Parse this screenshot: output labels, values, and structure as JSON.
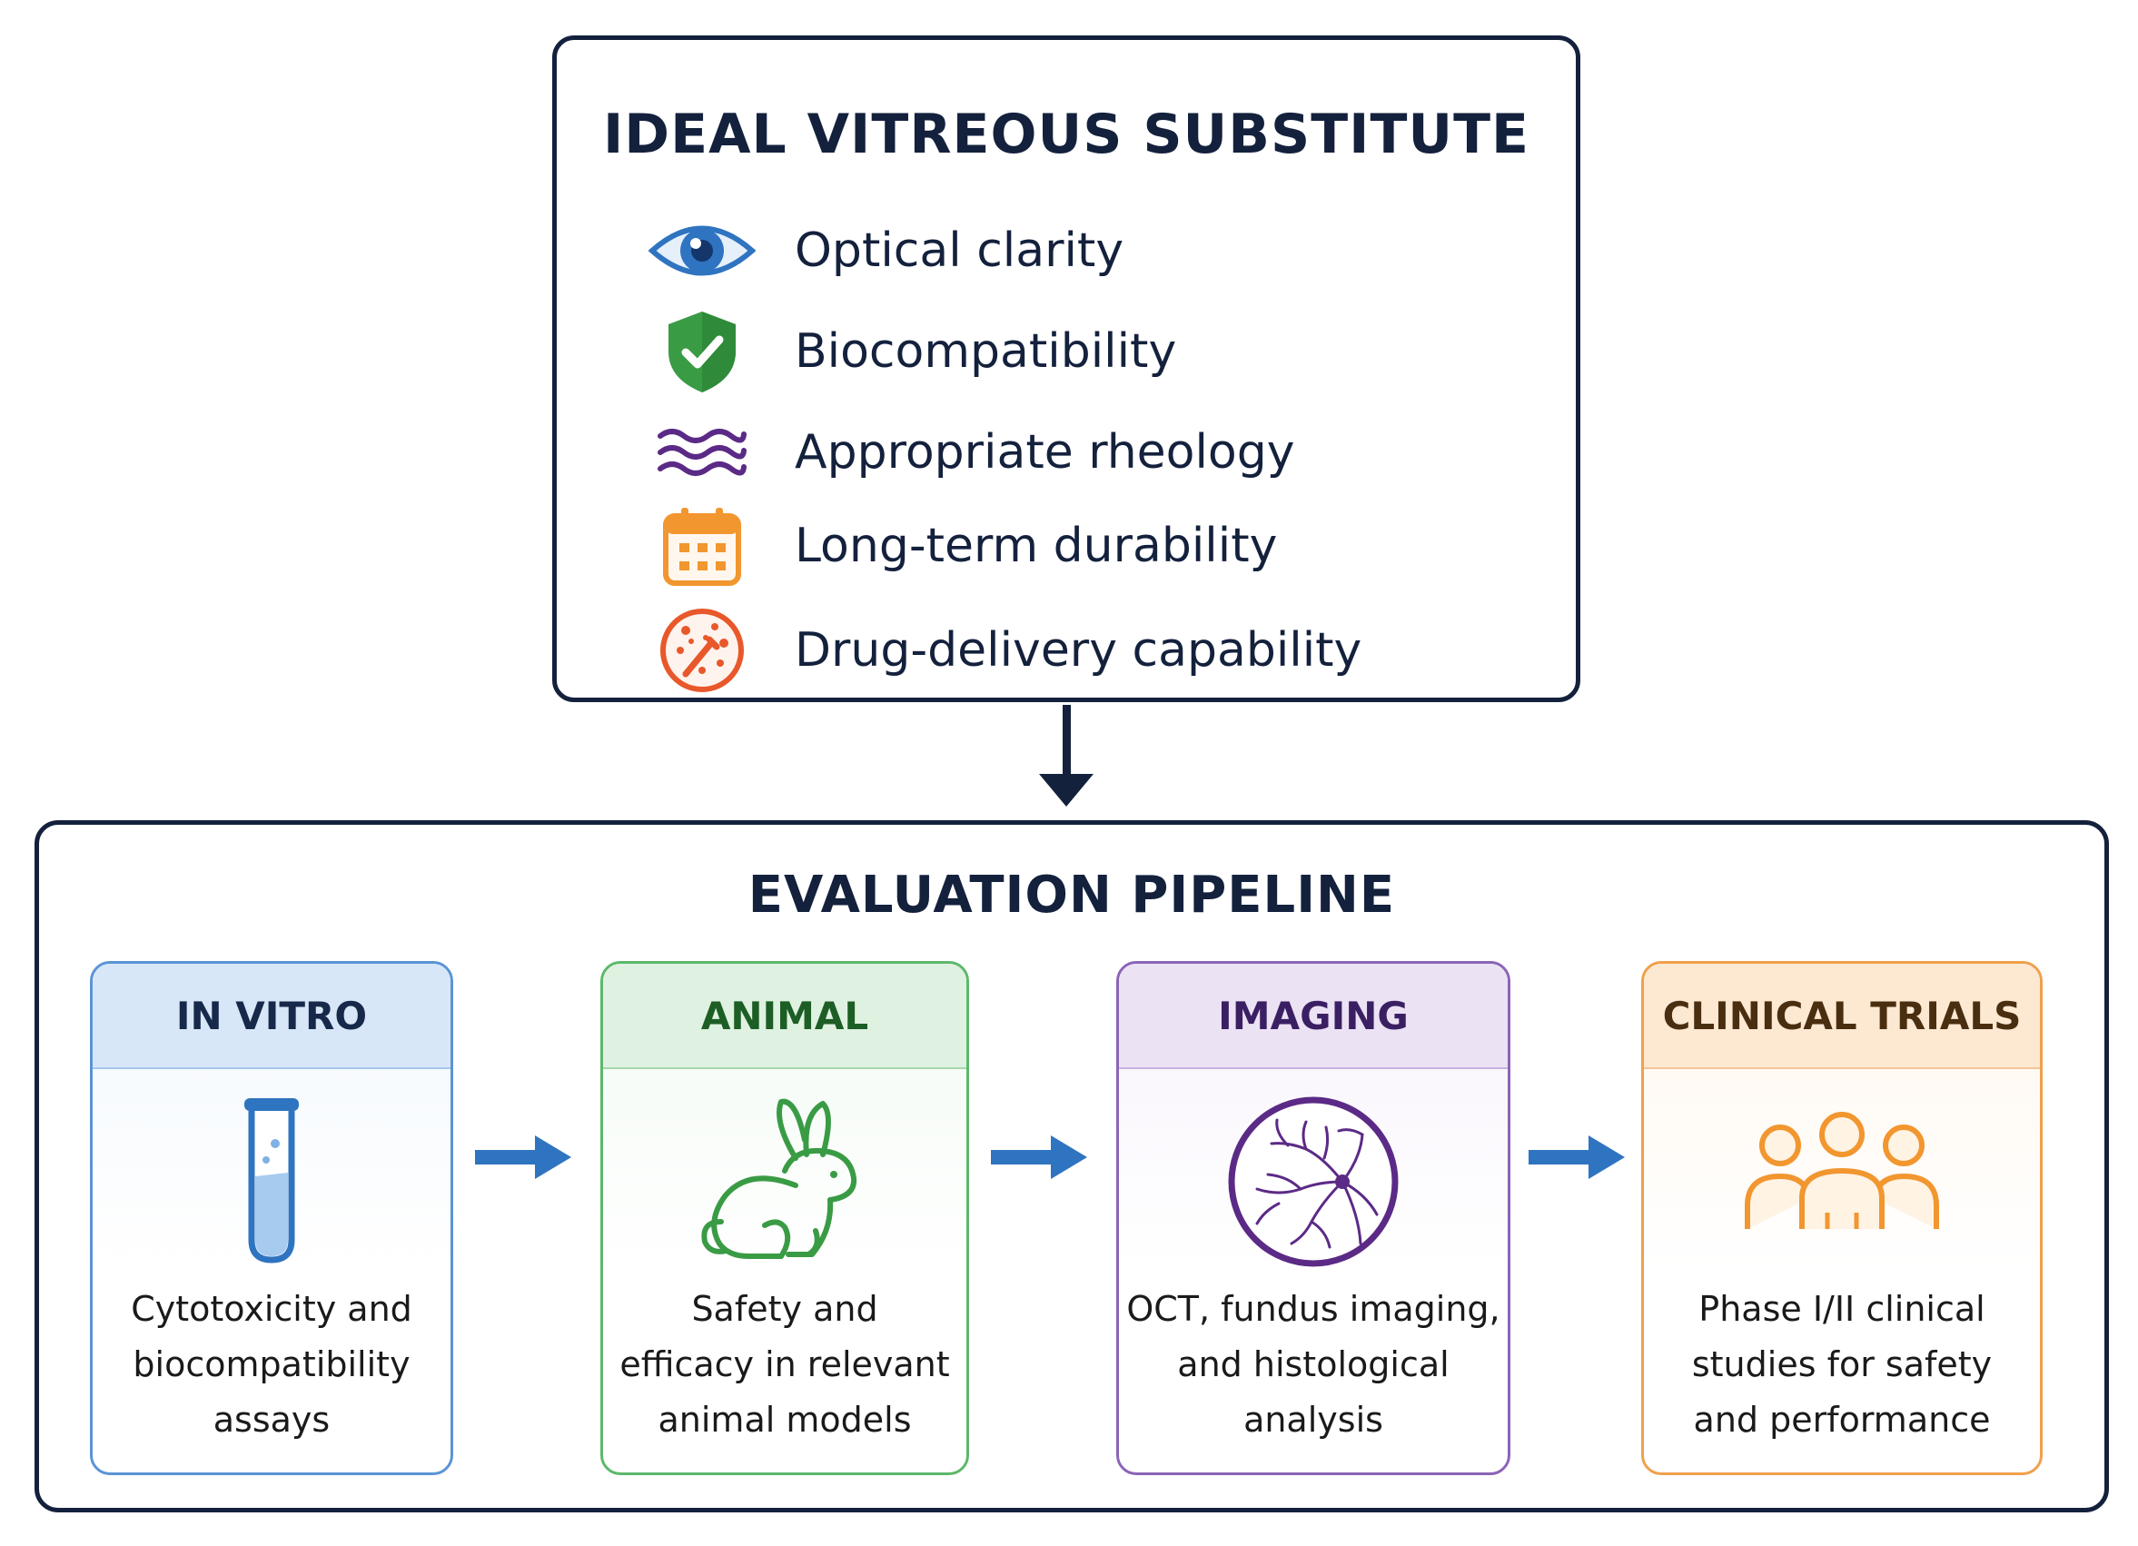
{
  "top_panel": {
    "title": "IDEAL VITREOUS SUBSTITUTE",
    "properties": [
      {
        "label": "Optical clarity",
        "icon": "eye-icon",
        "color": "#2f74c0"
      },
      {
        "label": "Biocompatibility",
        "icon": "shield-check-icon",
        "color": "#3a9b45"
      },
      {
        "label": "Appropriate rheology",
        "icon": "waves-icon",
        "color": "#5b2a86"
      },
      {
        "label": "Long-term durability",
        "icon": "calendar-icon",
        "color": "#f2962f"
      },
      {
        "label": "Drug-delivery capability",
        "icon": "drug-particle-icon",
        "color": "#e8582a"
      }
    ]
  },
  "bottom_panel": {
    "title": "EVALUATION PIPELINE",
    "stages": [
      {
        "title": "IN VITRO",
        "icon": "test-tube-icon",
        "color": "#2f74c0",
        "lines": [
          "Cytotoxicity and",
          "biocompatibility",
          "assays"
        ]
      },
      {
        "title": "ANIMAL",
        "icon": "rabbit-icon",
        "color": "#3a9b45",
        "lines": [
          "Safety and",
          "efficacy in relevant",
          "animal models"
        ]
      },
      {
        "title": "IMAGING",
        "icon": "retina-icon",
        "color": "#5b2a86",
        "lines": [
          "OCT, fundus imaging,",
          "and histological",
          "analysis"
        ]
      },
      {
        "title": "CLINICAL TRIALS",
        "icon": "people-group-icon",
        "color": "#f2962f",
        "lines": [
          "Phase I/II clinical",
          "studies for safety",
          "and performance"
        ]
      }
    ]
  },
  "colors": {
    "navy": "#14213d",
    "arrow_blue": "#2f74c0"
  }
}
